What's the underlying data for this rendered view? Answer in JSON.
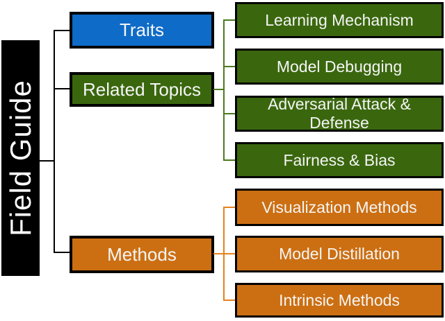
{
  "figure": {
    "root": {
      "label": "Field Guide"
    },
    "branches": [
      {
        "label": "Traits",
        "children": []
      },
      {
        "label": "Related Topics",
        "children": [
          {
            "label": "Learning Mechanism"
          },
          {
            "label": "Model Debugging"
          },
          {
            "label": "Adversarial Attack & Defense"
          },
          {
            "label": "Fairness & Bias"
          }
        ]
      },
      {
        "label": "Methods",
        "children": [
          {
            "label": "Visualization Methods"
          },
          {
            "label": "Model Distillation"
          },
          {
            "label": "Intrinsic Methods"
          }
        ]
      }
    ]
  },
  "colors": {
    "black": "#000000",
    "blue": "#0e6bc8",
    "green": "#3a670e",
    "orange": "#cc6f12",
    "lineGreen": "#4a7a1c",
    "lineOrange": "#e5821c",
    "text": "#f5f5f5"
  }
}
